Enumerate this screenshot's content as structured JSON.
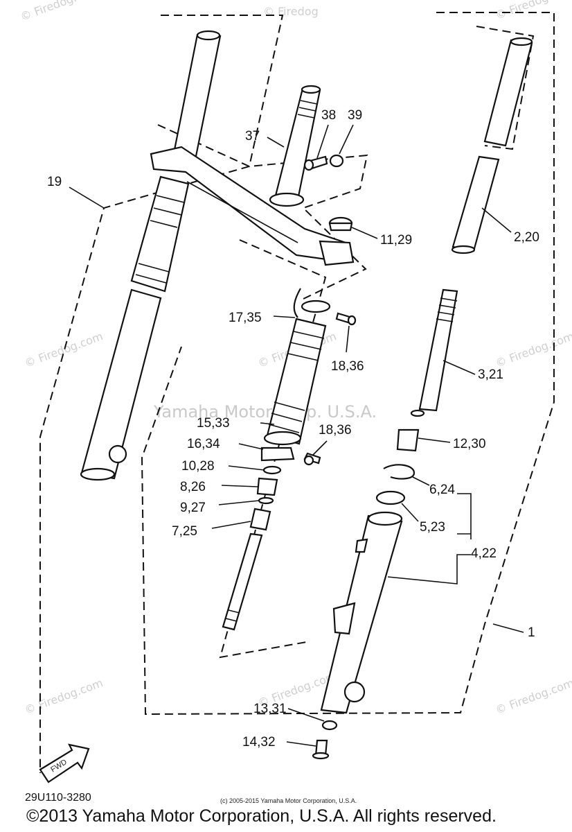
{
  "watermark": {
    "top": "© Firedog",
    "repeat": "© Firedog.com",
    "center": "Yamaha Motor Corp. U.S.A."
  },
  "diagram_code": "29U110-3280",
  "small_copyright": "(c) 2005-2015 Yamaha Motor Corporation, U.S.A.",
  "footer": "©2013 Yamaha Motor Corporation, U.S.A. All rights reserved.",
  "fwd_label": "FWD",
  "callouts": {
    "c1": "1",
    "c2_20": "2,20",
    "c3_21": "3,21",
    "c4_22": "4,22",
    "c5_23": "5,23",
    "c6_24": "6,24",
    "c7_25": "7,25",
    "c8_26": "8,26",
    "c9_27": "9,27",
    "c10_28": "10,28",
    "c11_29": "11,29",
    "c12_30": "12,30",
    "c13_31": "13,31",
    "c14_32": "14,32",
    "c15_33": "15,33",
    "c16_34": "16,34",
    "c17_35": "17,35",
    "c18_36_a": "18,36",
    "c18_36_b": "18,36",
    "c19": "19",
    "c37": "37",
    "c38": "38",
    "c39": "39"
  }
}
